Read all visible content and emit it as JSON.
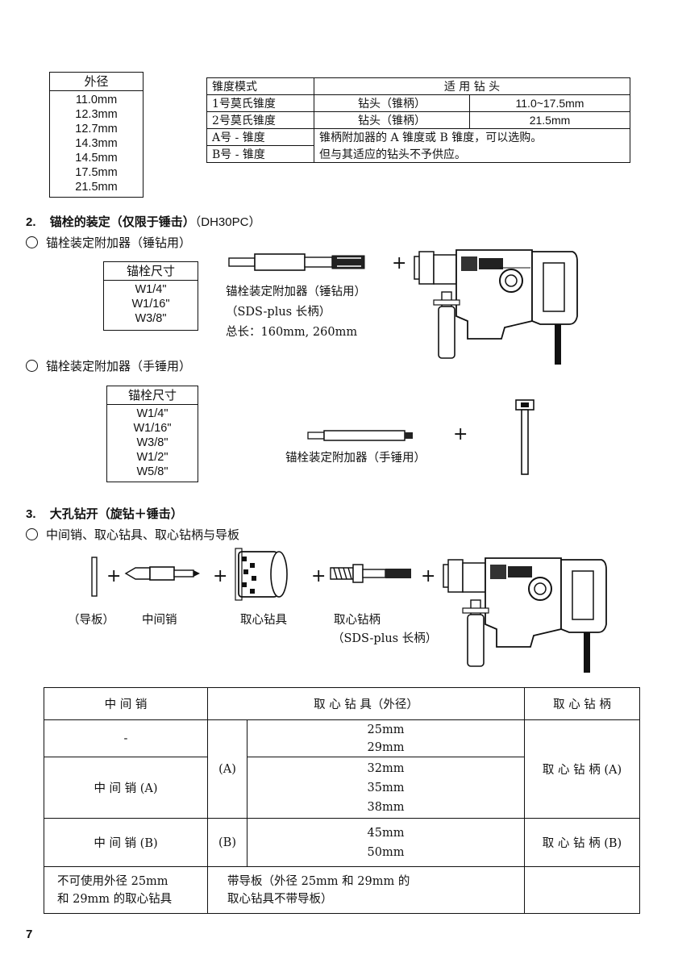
{
  "outer_dia_box": {
    "title": "外径",
    "items": [
      "11.0mm",
      "12.3mm",
      "12.7mm",
      "14.3mm",
      "14.5mm",
      "17.5mm",
      "21.5mm"
    ]
  },
  "taper_table": {
    "col1": "锥度模式",
    "col2": "适  用  钻  头",
    "rows": [
      {
        "mode": "1号莫氏锥度",
        "bit": "钻头（锥柄）",
        "size": "11.0~17.5mm"
      },
      {
        "mode": "2号莫氏锥度",
        "bit": "钻头（锥柄）",
        "size": "21.5mm"
      },
      {
        "mode": "A号 - 锥度",
        "note": "锥柄附加器的 A 锥度或 B 锥度，可以选购。"
      },
      {
        "mode": "B号 - 锥度",
        "note": "但与其适应的钻头不予供应。"
      }
    ]
  },
  "section2": {
    "number": "2.",
    "title": "锚栓的装定（仅限于锤击）",
    "model": "（DH30PC）",
    "item1": "锚栓装定附加器（锤钻用）",
    "box1_title": "锚栓尺寸",
    "box1_items": [
      "W1/4\"",
      "W1/16\"",
      "W3/8\""
    ],
    "desc1": "锚栓装定附加器（锤钻用）",
    "desc2": "（SDS-plus 长柄）",
    "desc3": "总长：160mm, 260mm",
    "item2": "锚栓装定附加器（手锤用）",
    "box2_title": "锚栓尺寸",
    "box2_items": [
      "W1/4\"",
      "W1/16\"",
      "W3/8\"",
      "W1/2\"",
      "W5/8\""
    ],
    "desc4": "锚栓装定附加器（手锤用）",
    "plus": "+"
  },
  "section3": {
    "number": "3.",
    "title": "大孔钻开（旋钻＋锤击）",
    "item": "中间销、取心钻具、取心钻柄与导板",
    "label_guide": "（导板）",
    "label_pin": "中间销",
    "label_core": "取心钻具",
    "label_shank": "取心钻柄",
    "label_shank2": "（SDS-plus 长柄）",
    "plus": "+"
  },
  "core_table": {
    "h1": "中 间 销",
    "h2": "取 心 钻 具（外径）",
    "h3": "取 心 钻 柄",
    "dash": "-",
    "pin_a": "中 间 销 (A)",
    "pin_b": "中 间 销 (B)",
    "grp_a": "(A)",
    "grp_b": "(B)",
    "sizes_a": [
      "25mm",
      "29mm",
      "32mm",
      "35mm",
      "38mm"
    ],
    "sizes_b": [
      "45mm",
      "50mm"
    ],
    "shank_a": "取 心 钻 柄 (A)",
    "shank_b": "取 心 钻 柄 (B)",
    "note1a": "不可使用外径 25mm",
    "note1b": "和 29mm 的取心钻具",
    "note2a": "带导板（外径 25mm 和 29mm 的",
    "note2b": "取心钻具不带导板）"
  },
  "page_number": "7"
}
